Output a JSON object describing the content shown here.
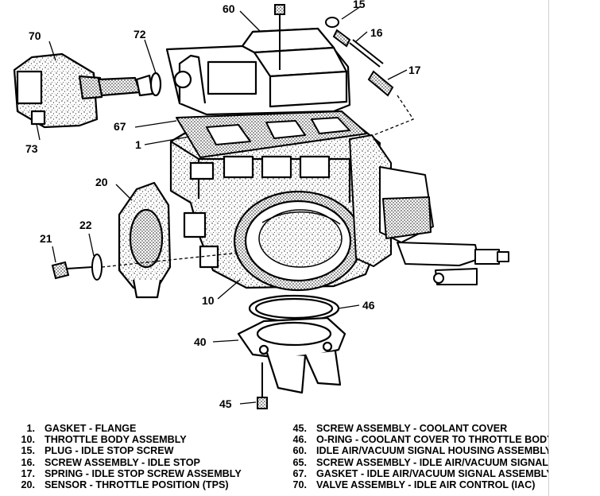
{
  "callouts": {
    "c60": "60",
    "c15": "15",
    "c16": "16",
    "c17": "17",
    "c70": "70",
    "c72": "72",
    "c67": "67",
    "c1": "1",
    "c73": "73",
    "c20": "20",
    "c22": "22",
    "c21": "21",
    "c10": "10",
    "c46": "46",
    "c40": "40",
    "c45": "45"
  },
  "legend": {
    "left": [
      {
        "num": "1.",
        "desc": "GASKET - FLANGE"
      },
      {
        "num": "10.",
        "desc": "THROTTLE BODY ASSEMBLY"
      },
      {
        "num": "15.",
        "desc": "PLUG - IDLE STOP SCREW"
      },
      {
        "num": "16.",
        "desc": "SCREW ASSEMBLY - IDLE STOP"
      },
      {
        "num": "17.",
        "desc": "SPRING - IDLE STOP SCREW ASSEMBLY"
      },
      {
        "num": "20.",
        "desc": "SENSOR - THROTTLE POSITION (TPS)"
      }
    ],
    "right": [
      {
        "num": "45.",
        "desc": "SCREW ASSEMBLY - COOLANT COVER"
      },
      {
        "num": "46.",
        "desc": "O-RING - COOLANT COVER TO THROTTLE BODY"
      },
      {
        "num": "60.",
        "desc": "IDLE AIR/VACUUM SIGNAL HOUSING ASSEMBLY"
      },
      {
        "num": "65.",
        "desc": "SCREW ASSEMBLY - IDLE AIR/VACUUM SIGNAL"
      },
      {
        "num": "67.",
        "desc": "GASKET - IDLE AIR/VACUUM SIGNAL ASSEMBLY"
      },
      {
        "num": "70.",
        "desc": "VALVE ASSEMBLY - IDLE AIR CONTROL (IAC)"
      }
    ]
  }
}
